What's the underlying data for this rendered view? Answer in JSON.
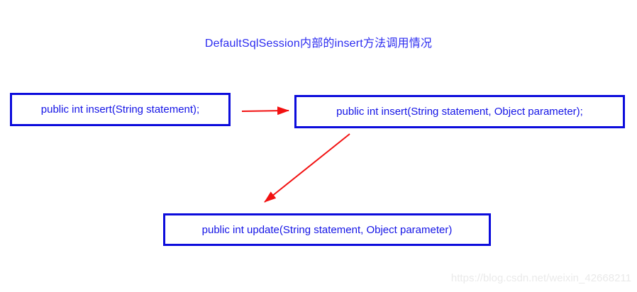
{
  "title": {
    "text": "DefaultSqlSession内部的insert方法调用情况"
  },
  "diagram": {
    "boxes": [
      {
        "id": "insert-statement",
        "label": "public int insert(String statement);"
      },
      {
        "id": "insert-statement-parameter",
        "label": "public int insert(String statement, Object parameter);"
      },
      {
        "id": "update-statement-parameter",
        "label": "public int update(String statement, Object parameter)"
      }
    ],
    "arrows": [
      {
        "from": "insert-statement",
        "to": "insert-statement-parameter",
        "direction": "right"
      },
      {
        "from": "insert-statement-parameter",
        "to": "update-statement-parameter",
        "direction": "down-left"
      }
    ]
  },
  "watermark": {
    "text": "https://blog.csdn.net/weixin_42668211"
  },
  "colors": {
    "background": "#ffffff",
    "title_text": "#2b2bf0",
    "box_border": "#0c0cdc",
    "box_text": "#1414e6",
    "arrow": "#f21111",
    "watermark": "#eaeaea"
  }
}
